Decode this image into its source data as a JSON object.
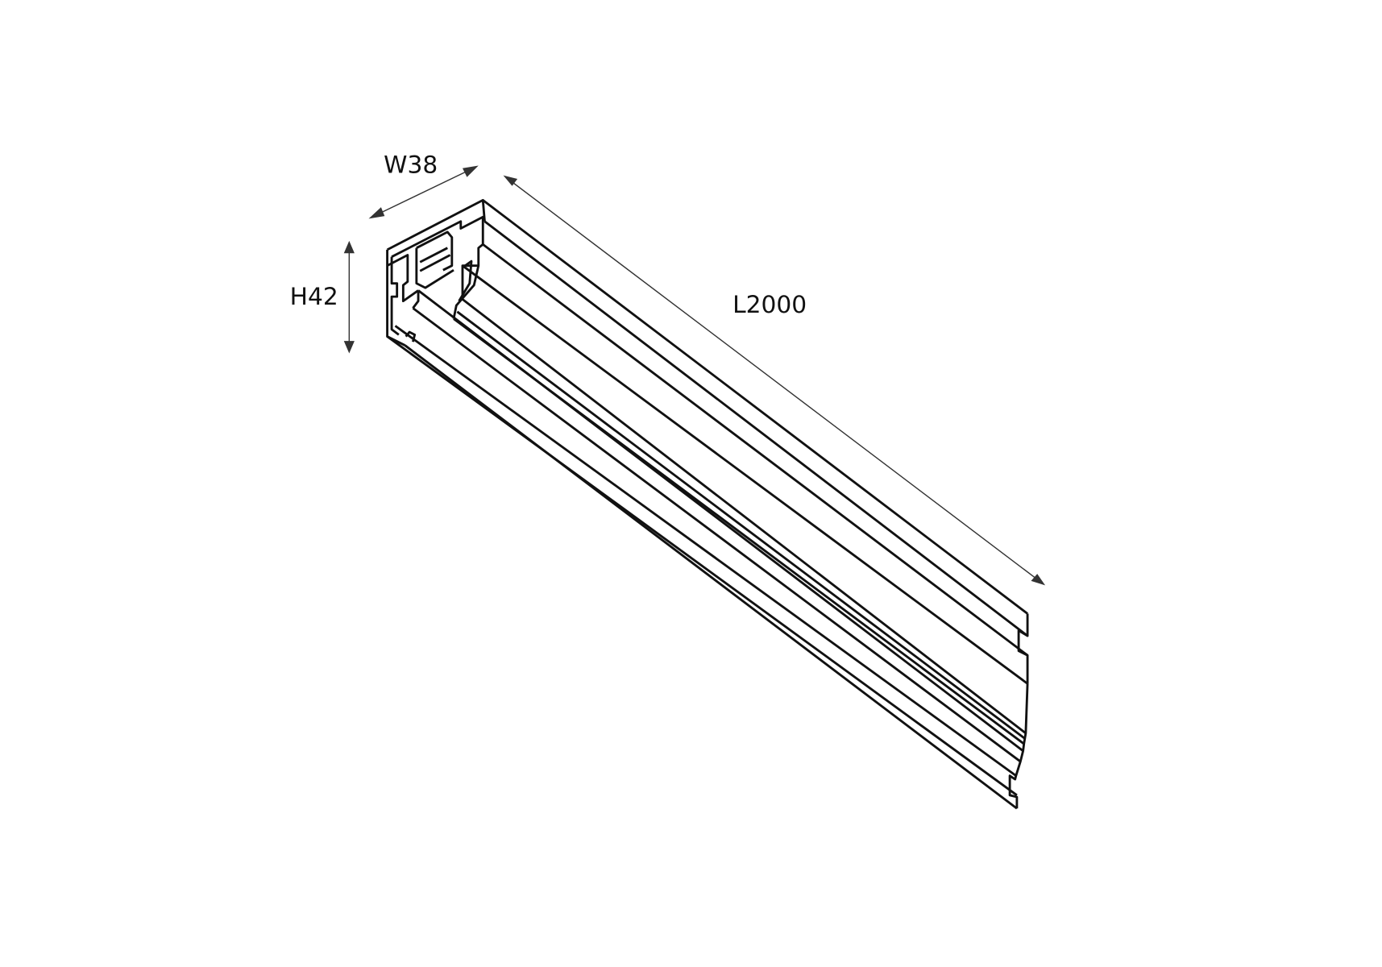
{
  "dimensions": {
    "width_label": "W38",
    "height_label": "H42",
    "length_label": "L2000"
  }
}
